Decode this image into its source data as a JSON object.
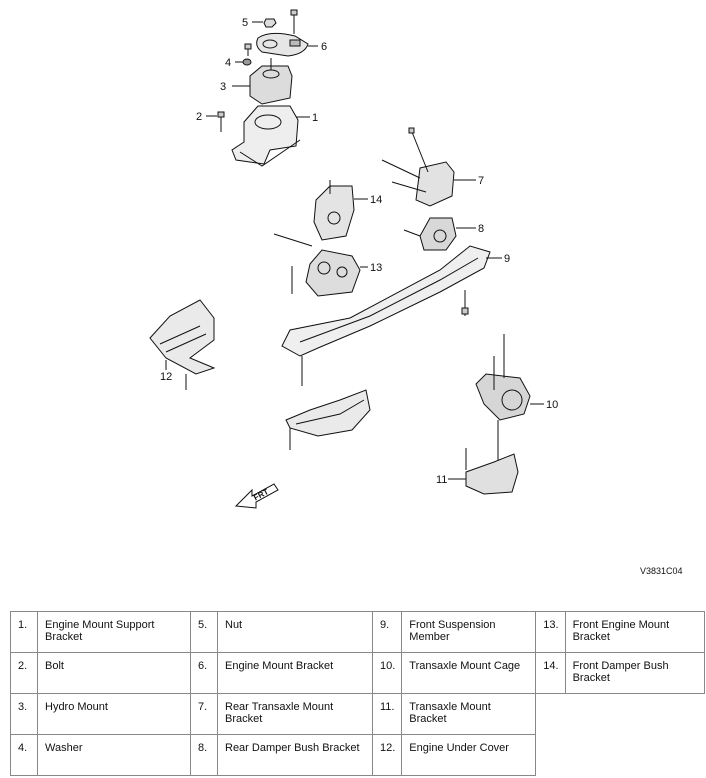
{
  "diagram": {
    "code": "V3831C04",
    "front_marker": "FRT",
    "callouts": [
      "1",
      "2",
      "3",
      "4",
      "5",
      "6",
      "7",
      "8",
      "9",
      "10",
      "11",
      "12",
      "13",
      "14"
    ]
  },
  "legend": [
    {
      "num": "1.",
      "name": "Engine Mount Support Bracket"
    },
    {
      "num": "2.",
      "name": "Bolt"
    },
    {
      "num": "3.",
      "name": "Hydro Mount"
    },
    {
      "num": "4.",
      "name": "Washer"
    },
    {
      "num": "5.",
      "name": "Nut"
    },
    {
      "num": "6.",
      "name": "Engine Mount Bracket"
    },
    {
      "num": "7.",
      "name": "Rear Transaxle Mount Bracket"
    },
    {
      "num": "8.",
      "name": "Rear Damper Bush Bracket"
    },
    {
      "num": "9.",
      "name": "Front Suspension Member"
    },
    {
      "num": "10.",
      "name": "Transaxle Mount Cage"
    },
    {
      "num": "11.",
      "name": "Transaxle Mount Bracket"
    },
    {
      "num": "12.",
      "name": "Engine Under Cover"
    },
    {
      "num": "13.",
      "name": "Front Engine Mount Bracket"
    },
    {
      "num": "14.",
      "name": "Front Damper Bush Bracket"
    }
  ]
}
